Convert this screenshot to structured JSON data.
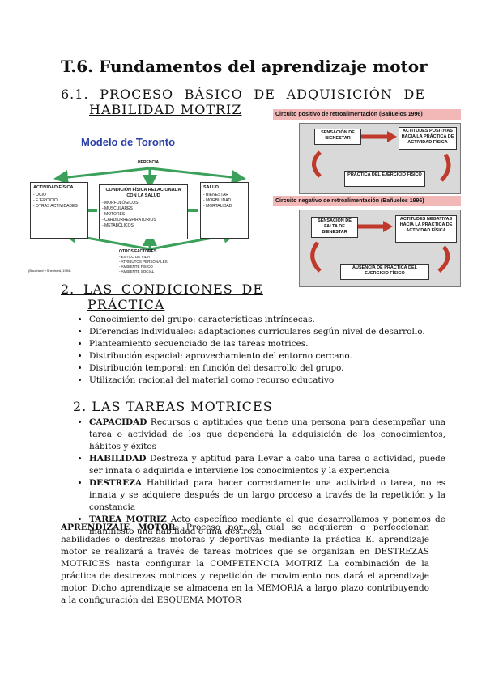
{
  "title": "T.6. Fundamentos del aprendizaje motor",
  "section1": {
    "line1": "6.1. PROCESO BÁSICO DE ADQUISICIÓN DE",
    "line2": "HABILIDAD MOTRIZ"
  },
  "toronto": {
    "title": "Modelo de Toronto",
    "herencia": "HERENCIA",
    "box1_title": "ACTIVIDAD FÍSICA",
    "box1_items": "- OCIO\n- EJERCICIO\n- OTRAS ACTIVIDADES",
    "box2_title": "CONDICIÓN FÍSICA RELACIONADA CON LA SALUD",
    "box2_items": "- MORFOLÓGICOS\n- MUSCULARES\n- MOTORES\n- CARDIORRESPIRATORIOS\n- METABÓLICOS",
    "box3_title": "SALUD",
    "box3_items": "- BIENESTAR\n- MORBILIDAD\n- MORTALIDAD",
    "otros": "OTROS FACTORES",
    "otros_items": "- ESTILO DE VIDA\n- ATRIBUTOS PERSONALES\n- AMBIENTE FÍSICO\n- AMBIENTE SOCIAL",
    "footnote": "(Bouchard y Shephard, 1994)"
  },
  "feedback": {
    "pos_header": "Circuito positivo de retroalimentación (Bañuelos 1996)",
    "pos_a": "SENSACIÓN DE BIENESTAR",
    "pos_b": "ACTITUDES POSITIVAS HACIA LA PRÁCTICA DE ACTIVIDAD FÍSICA",
    "pos_c": "PRÁCTICA DEL EJERCICIO FÍSICO",
    "neg_header": "Circuito negativo de retroalimentación (Bañuelos 1996)",
    "neg_a": "SENSACIÓN DE FALTA DE BIENESTAR",
    "neg_b": "ACTITUDES NEGATIVAS HACIA LA PRÁCTICA DE ACTIVIDAD FÍSICA",
    "neg_c": "AUSENCIA DE PRÁCTICA DEL EJERCICIO FÍSICO"
  },
  "section2": {
    "line1": "2. LAS CONDICIONES DE",
    "line2": "PRÁCTICA"
  },
  "conditions": [
    "Conocimiento del grupo: características intrínsecas.",
    "Diferencias individuales: adaptaciones curriculares según nivel de desarrollo.",
    "Planteamiento secuenciado de las tareas motrices.",
    "Distribución espacial: aprovechamiento del entorno cercano.",
    "Distribución temporal: en función del desarrollo del grupo.",
    "Utilización racional del material como recurso educativo"
  ],
  "section3": "2. LAS TAREAS MOTRICES",
  "tasks": [
    {
      "term": "CAPACIDAD",
      "text": " Recursos o aptitudes que tiene una persona para desempeñar una tarea o actividad de los que dependerá la adquisición de los conocimientos, hábitos y éxitos"
    },
    {
      "term": "HABILIDAD",
      "text": " Destreza y aptitud para llevar a cabo una tarea o actividad, puede ser innata o adquirida e interviene los conocimientos y la experiencia"
    },
    {
      "term": "DESTREZA",
      "text": " Habilidad para hacer correctamente una actividad o tarea, no es innata y se adquiere después de un largo proceso a través de la repetición y la constancia"
    },
    {
      "term": "TAREA MOTRIZ",
      "text": " Acto específico mediante el que desarrollamos y ponemos de manifiesto una habilidad o una destreza"
    }
  ],
  "aprendizaje": {
    "term": "APRENDIZAJE MOTOR:",
    "text": " Proceso por el cual se adquieren o perfeccionan habilidades o destrezas motoras y deportivas mediante la práctica El aprendizaje motor se realizará a través de tareas motrices que se organizan en DESTREZAS MOTRICES hasta configurar la COMPETENCIA MOTRIZ La combinación de la práctica de destrezas motrices y repetición de movimiento nos dará el aprendizaje motor. Dicho aprendizaje se almacena en la MEMORIA a largo plazo contribuyendo a la configuración del ESQUEMA MOTOR"
  }
}
